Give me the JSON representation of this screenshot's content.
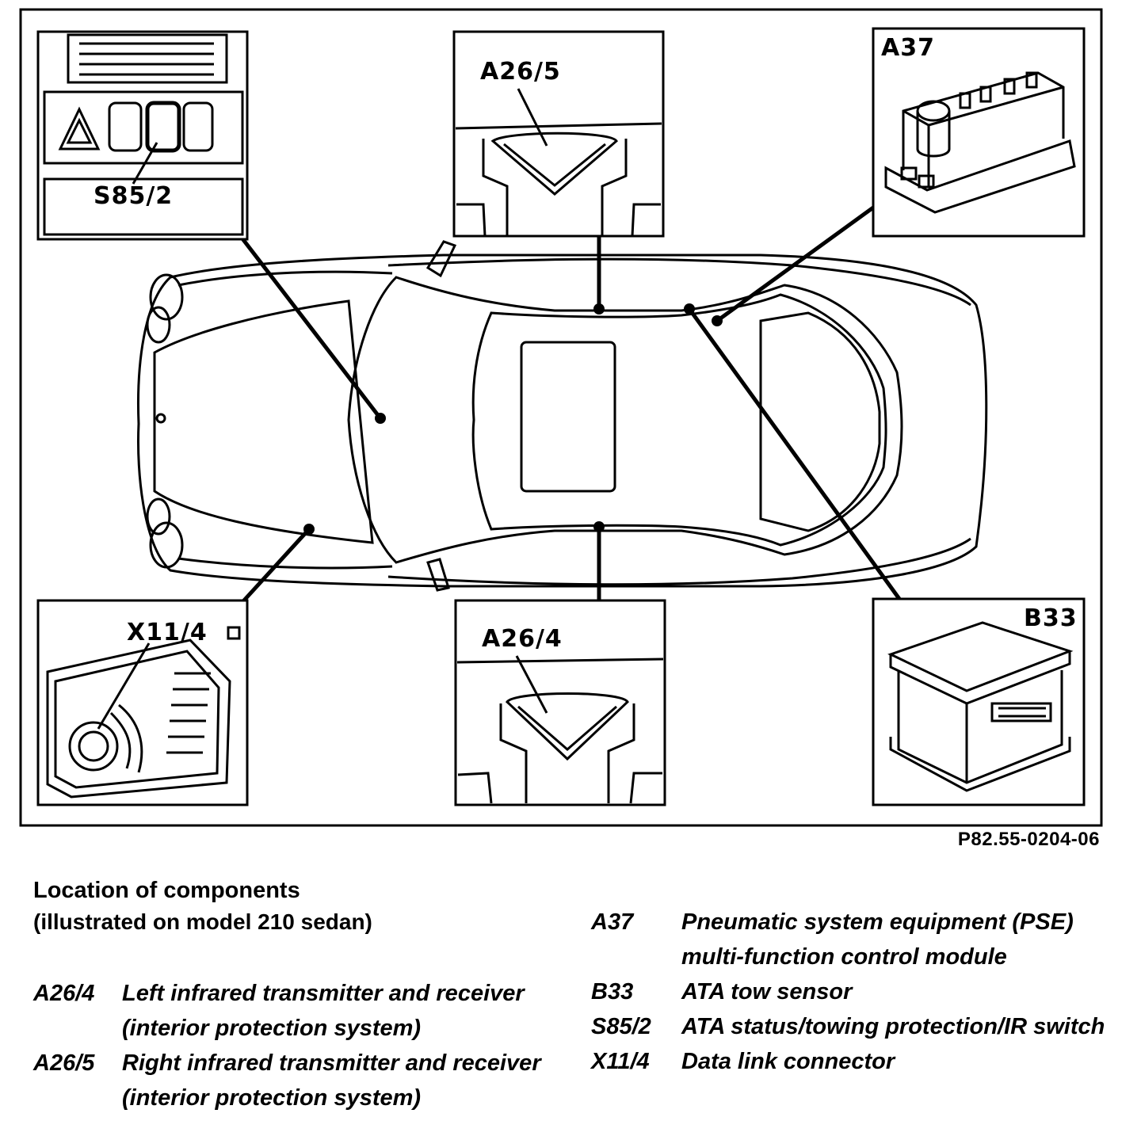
{
  "figure": {
    "reference": "P82.55-0204-06",
    "callouts": {
      "s85_2": "S85/2",
      "a26_5": "A26/5",
      "a37": "A37",
      "x11_4": "X11/4",
      "a26_4": "A26/4",
      "b33": "B33"
    }
  },
  "legend": {
    "title": "Location of components",
    "subtitle": "(illustrated on model 210 sedan)",
    "left_entries": [
      {
        "code": "A26/4",
        "description": "Left infrared transmitter and receiver (interior protection system)"
      },
      {
        "code": "A26/5",
        "description": "Right infrared transmitter and receiver (interior protection system)"
      }
    ],
    "right_entries": [
      {
        "code": "A37",
        "description": "Pneumatic system equipment (PSE) multi-function control module"
      },
      {
        "code": "B33",
        "description": "ATA tow sensor"
      },
      {
        "code": "S85/2",
        "description": "ATA status/towing protection/IR switch"
      },
      {
        "code": "X11/4",
        "description": "Data link connector"
      }
    ]
  },
  "colors": {
    "ink": "#000000",
    "paper": "#ffffff"
  }
}
